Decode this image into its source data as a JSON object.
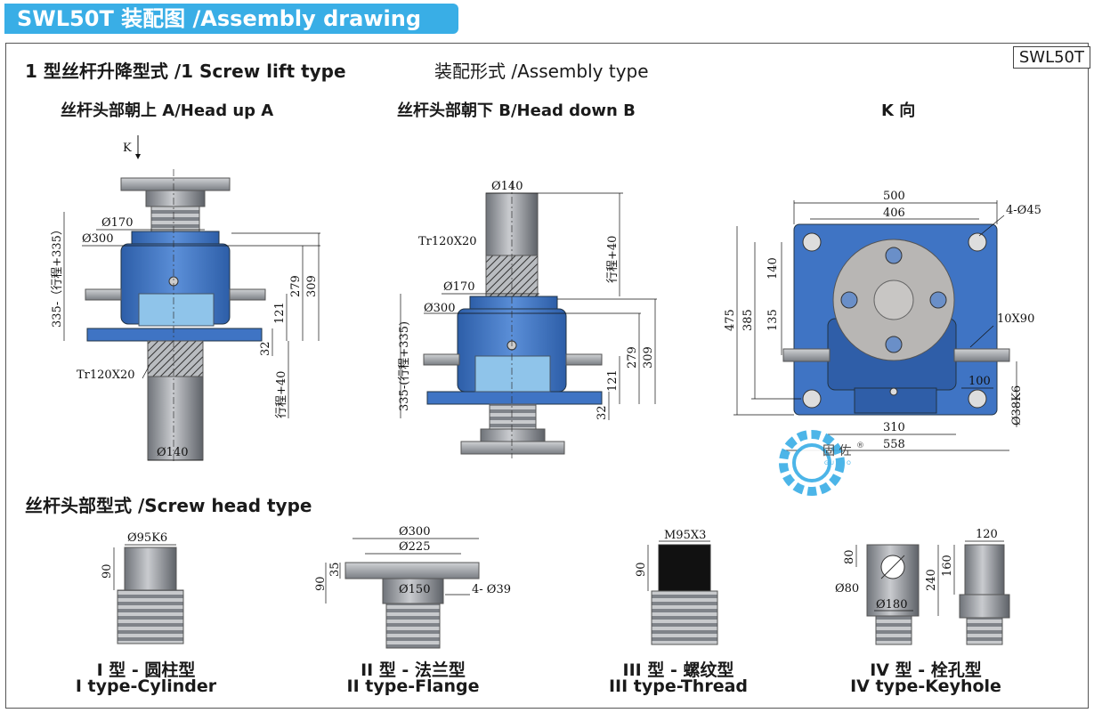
{
  "header": {
    "title": "SWL50T 装配图 /Assembly drawing"
  },
  "model_code": "SWL50T",
  "section1": {
    "title": "1 型丝杆升降型式 /1 Screw lift type",
    "subtitle": "装配形式 /Assembly type",
    "view_a": "丝杆头部朝上 A/Head up A",
    "view_b": "丝杆头部朝下 B/Head down B",
    "view_k": "K 向"
  },
  "drawing_a": {
    "k_marker": "K",
    "d170": "Ø170",
    "d300": "Ø300",
    "stroke": "335-（行程+335）",
    "h279": "279",
    "h309": "309",
    "h121": "121",
    "h32": "32",
    "thread": "Tr120X20",
    "stroke40": "行程+40",
    "d140": "Ø140"
  },
  "drawing_b": {
    "d140": "Ø140",
    "thread": "Tr120X20",
    "stroke40": "行程+40",
    "d170": "Ø170",
    "d300": "Ø300",
    "stroke": "335-(行程+335)",
    "h279": "279",
    "h309": "309",
    "h121": "121",
    "h32": "32"
  },
  "drawing_k": {
    "w500": "500",
    "w406": "406",
    "holes": "4-Ø45",
    "h475": "475",
    "h385": "385",
    "h140": "140",
    "h135": "135",
    "key": "10X90",
    "w100": "100",
    "shaft": "Ø38K6",
    "w310": "310",
    "w558": "558"
  },
  "logo": {
    "text": "固 佐",
    "reg": "®",
    "sub": "G U Z U O"
  },
  "section2": {
    "title": "丝杆头部型式 /Screw head type"
  },
  "heads": [
    {
      "cn": "I 型 - 圆柱型",
      "en": "I type-Cylinder",
      "dims": [
        "Ø95K6",
        "90"
      ]
    },
    {
      "cn": "II 型 - 法兰型",
      "en": "II type-Flange",
      "dims": [
        "Ø300",
        "Ø225",
        "Ø150",
        "4- Ø39",
        "35",
        "90"
      ]
    },
    {
      "cn": "III 型 - 螺纹型",
      "en": "III type-Thread",
      "dims": [
        "M95X3",
        "90"
      ]
    },
    {
      "cn": "IV 型 - 栓孔型",
      "en": "IV type-Keyhole",
      "dims": [
        "80",
        "Ø80",
        "Ø180",
        "240",
        "160",
        "120"
      ]
    }
  ],
  "colors": {
    "accent": "#39aee6",
    "housing": "#3f74c4",
    "panel": "#8fc4ea",
    "steel": "#9a9da3"
  }
}
